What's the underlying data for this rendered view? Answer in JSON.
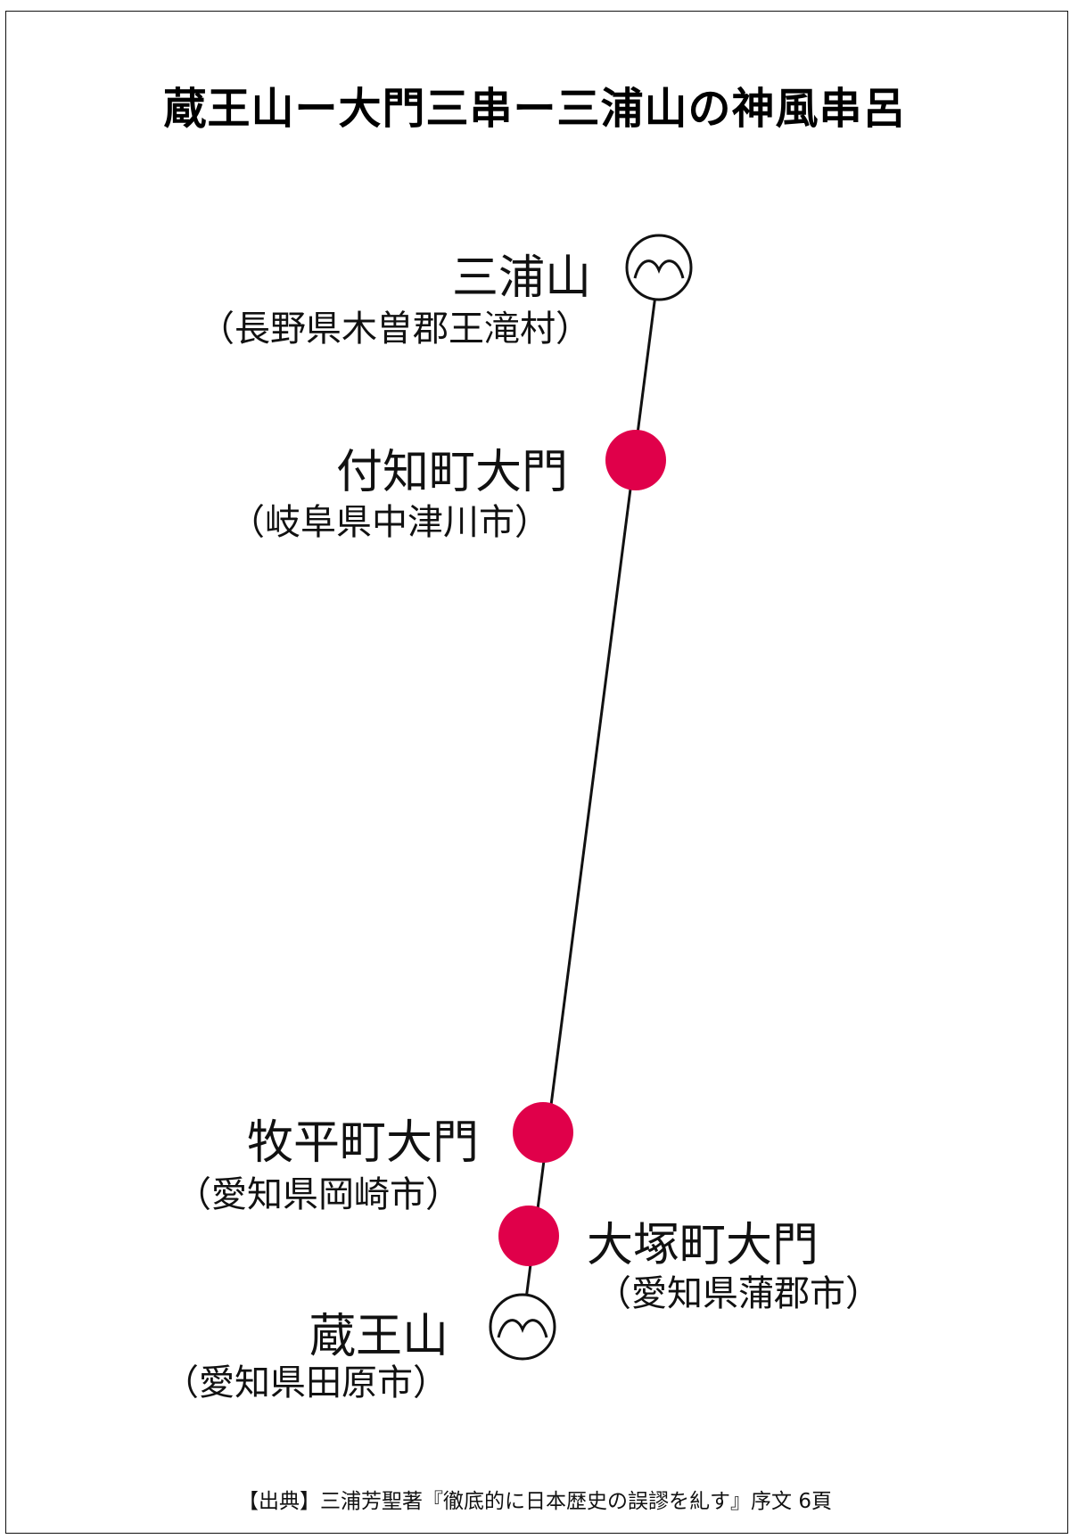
{
  "title": "蔵王山ー大門三串ー三浦山の神風串呂",
  "colors": {
    "dot": "#e0004a",
    "line": "#111111",
    "mountain_symbol": "#111111"
  },
  "points": [
    {
      "name": "三浦山",
      "location": "（長野県木曽郡王滝村）",
      "symbol": "mountain-icon"
    },
    {
      "name": "付知町大門",
      "location": "（岐阜県中津川市）",
      "symbol": "red-dot"
    },
    {
      "name": "牧平町大門",
      "location": "（愛知県岡崎市）",
      "symbol": "red-dot"
    },
    {
      "name": "大塚町大門",
      "location": "（愛知県蒲郡市）",
      "symbol": "red-dot"
    },
    {
      "name": "蔵王山",
      "location": "（愛知県田原市）",
      "symbol": "mountain-icon"
    }
  ],
  "source": "【出典】三浦芳聖著『徹底的に日本歴史の誤謬を糺す』序文 6頁"
}
